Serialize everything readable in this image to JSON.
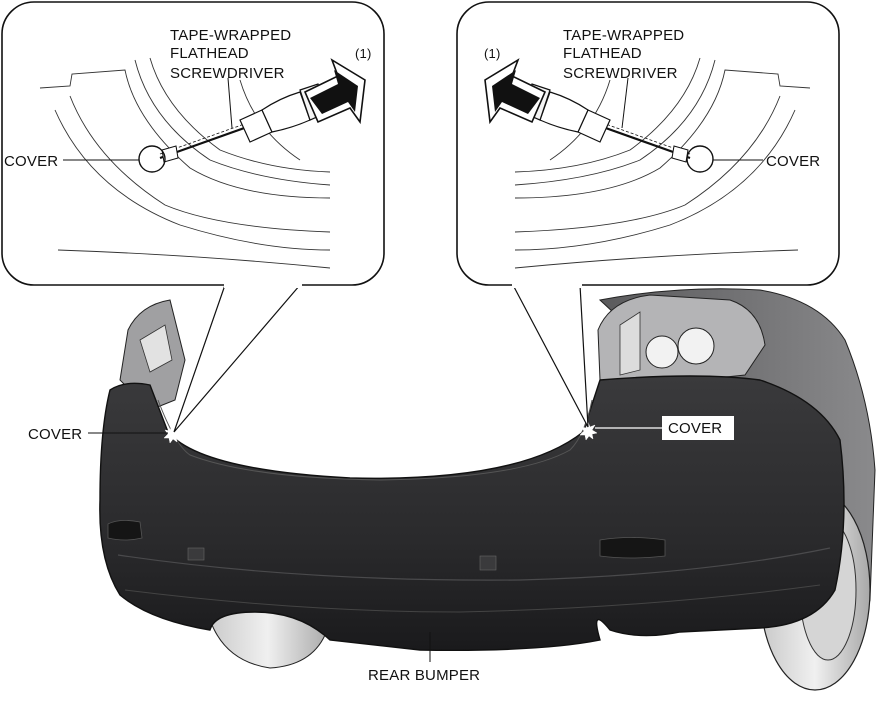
{
  "labels": {
    "tool_line1": "TAPE-WRAPPED",
    "tool_line2": "FLATHEAD",
    "tool_line3": "SCREWDRIVER",
    "cover": "COVER",
    "step": "(1)",
    "rear_bumper": "REAR BUMPER"
  },
  "colors": {
    "bumper": "#2c2c2e",
    "bumper_shade": "#1c1c1e",
    "body_light": "#9a9a9c",
    "line": "#111111",
    "callout_bg": "#ffffff"
  },
  "icons": {
    "pry_arrow": "arrow-icon",
    "tool": "screwdriver-icon",
    "clip": "circle-marker-icon"
  }
}
